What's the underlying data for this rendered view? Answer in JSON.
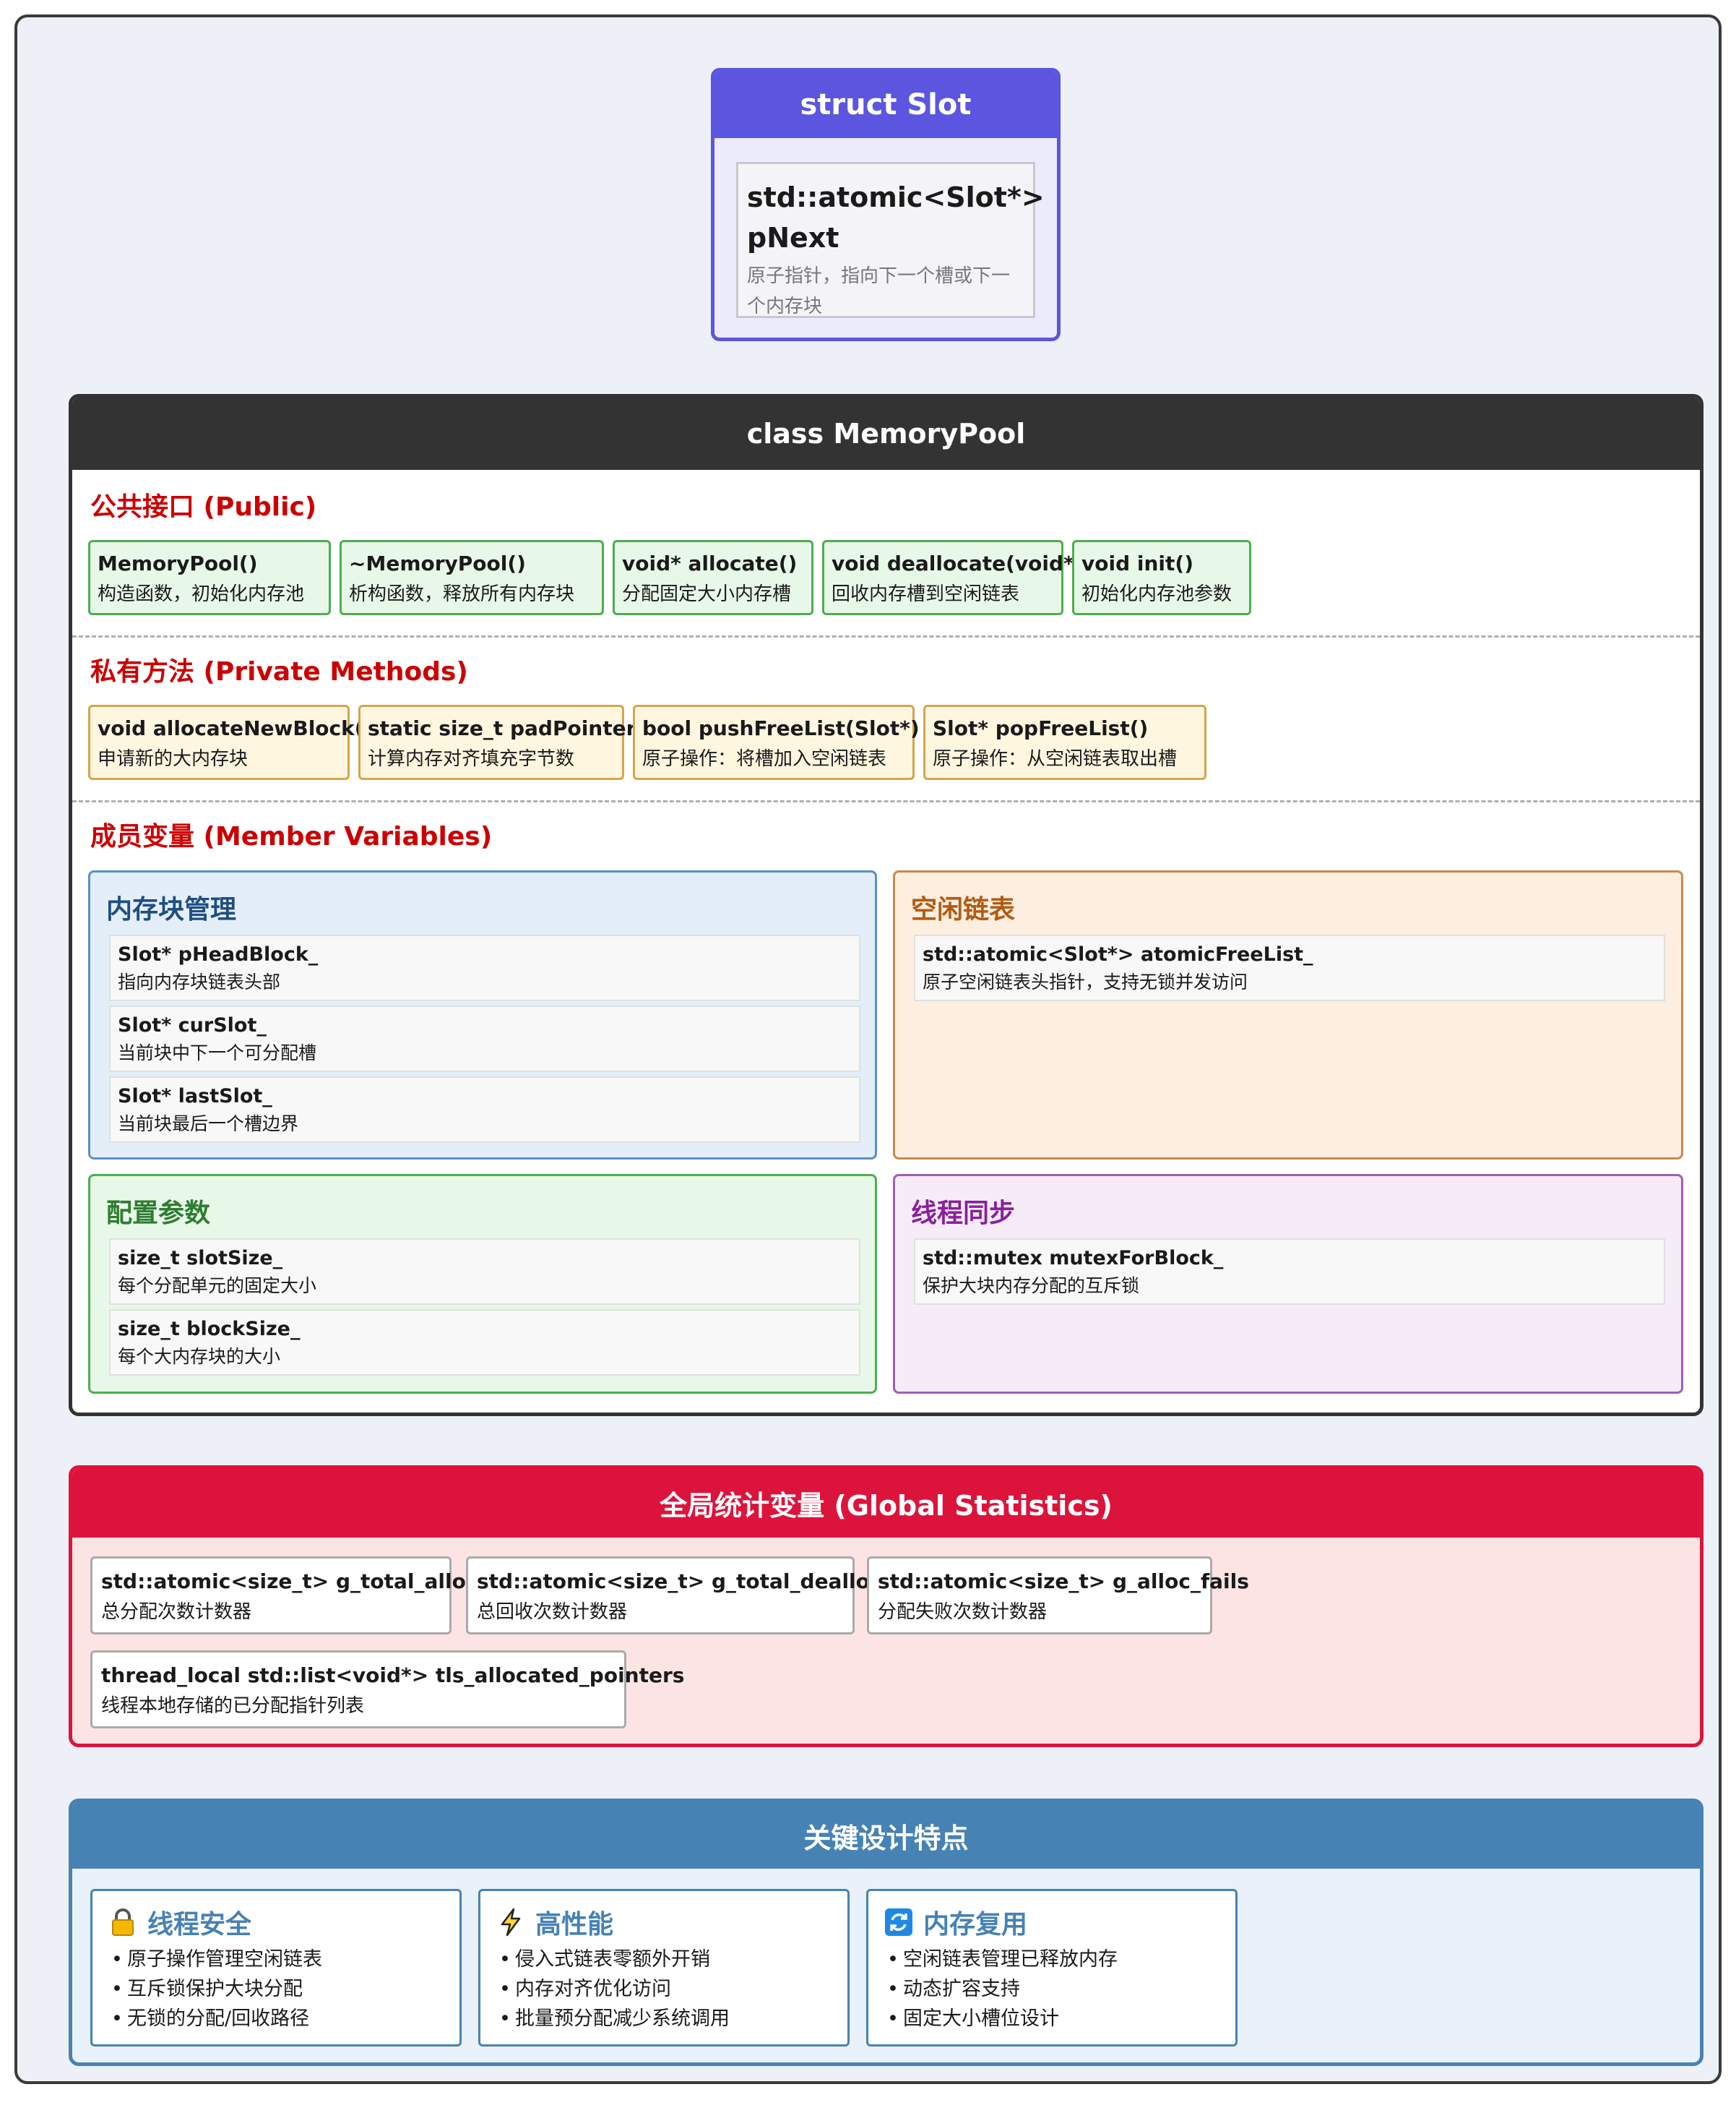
{
  "slot": {
    "title": "struct Slot",
    "field_name": "std::atomic<Slot*> pNext",
    "field_desc": "原子指针，指向下一个槽或下一个内存块"
  },
  "memory_pool": {
    "title": "class MemoryPool",
    "public": {
      "title": "公共接口 (Public)",
      "items": [
        {
          "name": "MemoryPool()",
          "desc": "构造函数，初始化内存池"
        },
        {
          "name": "~MemoryPool()",
          "desc": "析构函数，释放所有内存块"
        },
        {
          "name": "void* allocate()",
          "desc": "分配固定大小内存槽"
        },
        {
          "name": "void deallocate(void*)",
          "desc": "回收内存槽到空闲链表"
        },
        {
          "name": "void init()",
          "desc": "初始化内存池参数"
        }
      ]
    },
    "private": {
      "title": "私有方法 (Private Methods)",
      "items": [
        {
          "name": "void allocateNewBlock()",
          "desc": "申请新的大内存块"
        },
        {
          "name": "static size_t padPointer()",
          "desc": "计算内存对齐填充字节数"
        },
        {
          "name": "bool pushFreeList(Slot*)",
          "desc": "原子操作：将槽加入空闲链表"
        },
        {
          "name": "Slot* popFreeList()",
          "desc": "原子操作：从空闲链表取出槽"
        }
      ]
    },
    "members": {
      "title": "成员变量 (Member Variables)",
      "block_mgmt": {
        "title": "内存块管理",
        "fields": [
          {
            "name": "Slot* pHeadBlock_",
            "desc": "指向内存块链表头部"
          },
          {
            "name": "Slot* curSlot_",
            "desc": "当前块中下一个可分配槽"
          },
          {
            "name": "Slot* lastSlot_",
            "desc": "当前块最后一个槽边界"
          }
        ]
      },
      "free_list": {
        "title": "空闲链表",
        "fields": [
          {
            "name": "std::atomic<Slot*> atomicFreeList_",
            "desc": "原子空闲链表头指针，支持无锁并发访问"
          }
        ]
      },
      "config": {
        "title": "配置参数",
        "fields": [
          {
            "name": "size_t slotSize_",
            "desc": "每个分配单元的固定大小"
          },
          {
            "name": "size_t blockSize_",
            "desc": "每个大内存块的大小"
          }
        ]
      },
      "thread_sync": {
        "title": "线程同步",
        "fields": [
          {
            "name": "std::mutex mutexForBlock_",
            "desc": "保护大块内存分配的互斥锁"
          }
        ]
      }
    }
  },
  "global_stats": {
    "title": "全局统计变量 (Global Statistics)",
    "items": [
      {
        "name": "std::atomic<size_t> g_total_allocs",
        "desc": "总分配次数计数器"
      },
      {
        "name": "std::atomic<size_t> g_total_deallocs",
        "desc": "总回收次数计数器"
      },
      {
        "name": "std::atomic<size_t> g_alloc_fails",
        "desc": "分配失败次数计数器"
      },
      {
        "name": "thread_local std::list<void*> tls_allocated_pointers",
        "desc": "线程本地存储的已分配指针列表"
      }
    ]
  },
  "key_design": {
    "title": "关键设计特点",
    "cards": [
      {
        "icon": "lock-icon",
        "title": "线程安全",
        "points": [
          "原子操作管理空闲链表",
          "互斥锁保护大块分配",
          "无锁的分配/回收路径"
        ]
      },
      {
        "icon": "lightning-icon",
        "title": "高性能",
        "points": [
          "侵入式链表零额外开销",
          "内存对齐优化访问",
          "批量预分配减少系统调用"
        ]
      },
      {
        "icon": "recycle-icon",
        "title": "内存复用",
        "points": [
          "空闲链表管理已释放内存",
          "动态扩容支持",
          "固定大小槽位设计"
        ]
      }
    ]
  },
  "colors": {
    "slot": "#5b55e0",
    "memory_pool": "#333333",
    "section_title": "#cc0000",
    "global_stats": "#dc143c",
    "key_design": "#4682b4"
  }
}
